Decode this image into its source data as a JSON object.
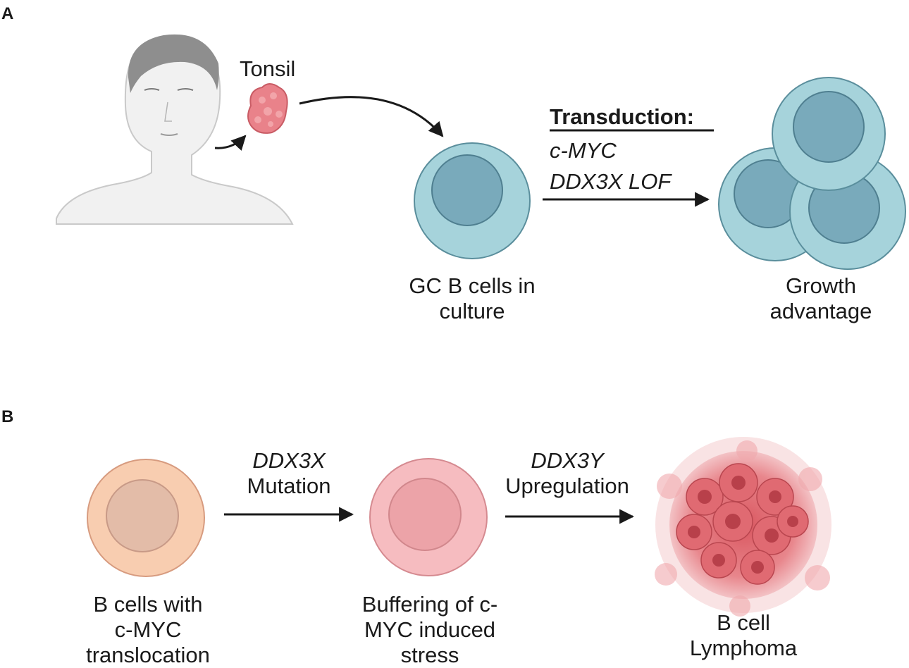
{
  "panel_a": {
    "letter": "A",
    "tonsil_label": "Tonsil",
    "transduction_heading": "Transduction:",
    "transduction_item_1": "c-MYC",
    "transduction_item_2": "DDX3X LOF",
    "gc_label_line1": "GC B cells in",
    "gc_label_line2": "culture",
    "growth_label_line1": "Growth",
    "growth_label_line2": "advantage"
  },
  "panel_b": {
    "letter": "B",
    "arrow1_line1": "DDX3X",
    "arrow1_line2": "Mutation",
    "arrow2_line1": "DDX3Y",
    "arrow2_line2": "Upregulation",
    "cell1_line1": "B cells with",
    "cell1_line2": "c-MYC",
    "cell1_line3": "translocation",
    "cell2_line1": "Buffering of c-",
    "cell2_line2": "MYC induced",
    "cell2_line3": "stress",
    "cell3_line1": "B cell",
    "cell3_line2": "Lymphoma"
  },
  "colors": {
    "b_cell_outer": "#a6d3db",
    "b_cell_nucleus": "#79aabb",
    "peach_cell": "#f8cdb0",
    "pink_cell": "#f6bcc0",
    "lymphoma": "#e0737a"
  }
}
